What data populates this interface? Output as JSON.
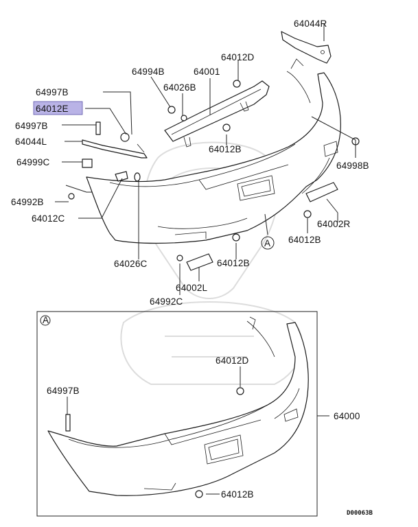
{
  "callouts": {
    "p64044R": "64044R",
    "p64012D_top": "64012D",
    "p64994B": "64994B",
    "p64001": "64001",
    "p64026B": "64026B",
    "p64997B_top": "64997B",
    "p64012E": "64012E",
    "p64997B_mid": "64997B",
    "p64044L": "64044L",
    "p64999C": "64999C",
    "p64012B_a": "64012B",
    "p64998B": "64998B",
    "p64992B": "64992B",
    "p64012C": "64012C",
    "p64002R": "64002R",
    "p64012B_b": "64012B",
    "p64026C": "64026C",
    "p64012B_c": "64012B",
    "p64002L": "64002L",
    "p64992C": "64992C",
    "view_marker_upper": "A",
    "view_marker_inset": "A",
    "p64012D_inset": "64012D",
    "p64997B_inset": "64997B",
    "p64000": "64000",
    "p64012B_inset": "64012B",
    "diagram_code": "D00063B"
  },
  "highlight_color": "#b9b3e6"
}
